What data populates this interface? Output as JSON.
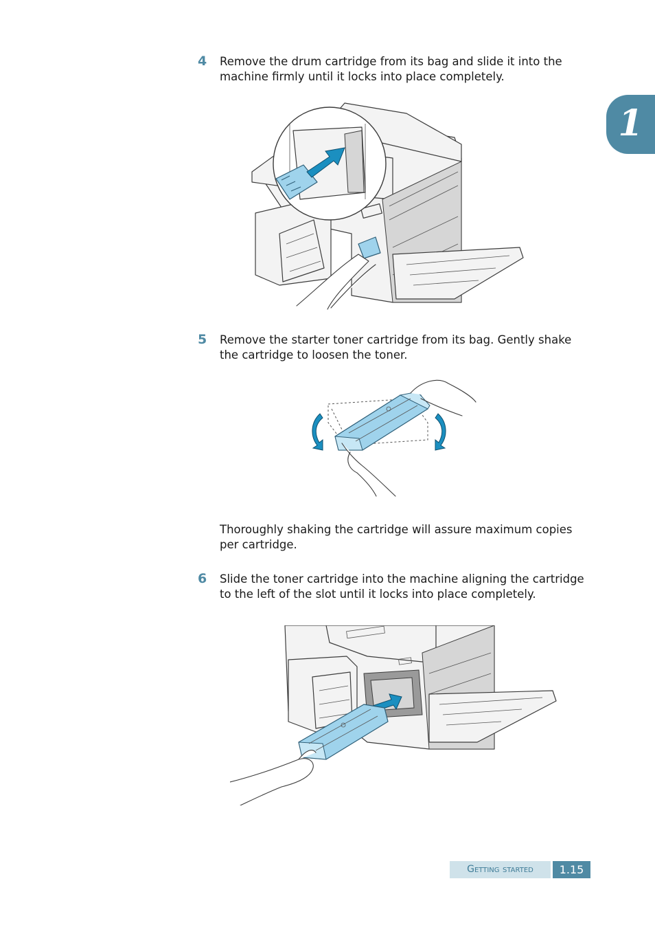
{
  "chapter": {
    "number": "1"
  },
  "steps": [
    {
      "number": "4",
      "text": "Remove the drum cartridge from its bag and slide it into the machine firmly until it locks into place completely."
    },
    {
      "number": "5",
      "text": "Remove the starter toner cartridge from its bag. Gently shake the cartridge to loosen the toner."
    },
    {
      "number": "6",
      "text": "Slide the toner cartridge into the machine aligning the cartridge to the left of the slot until it locks into place completely."
    }
  ],
  "note": "Thoroughly shaking the cartridge will assure maximum copies per cartridge.",
  "footer": {
    "section": "Getting started",
    "page": "1.15"
  },
  "colors": {
    "accent": "#4f8aa4",
    "footer_light": "#cfe2ea",
    "cartridge_blue": "#9fd3ec",
    "arrow_blue": "#1b8fc0"
  }
}
